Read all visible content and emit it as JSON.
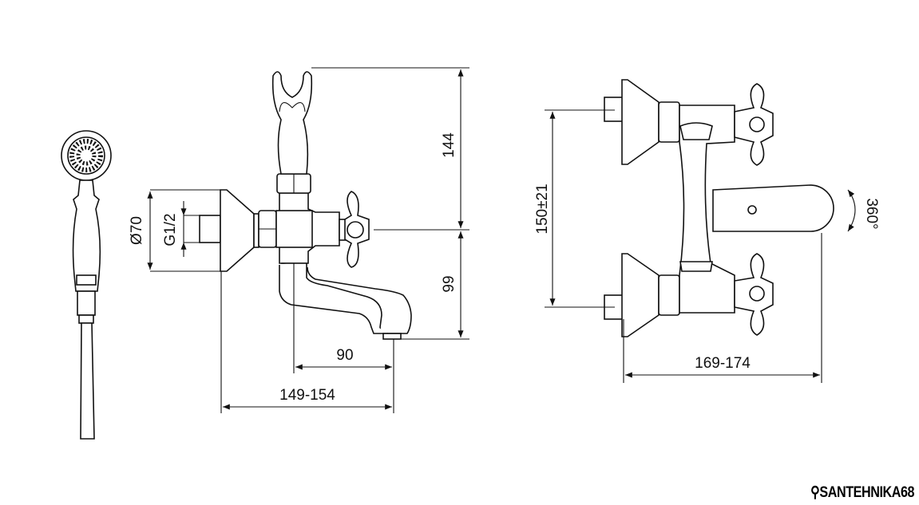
{
  "dimensions": {
    "flange_diameter": "Ø70",
    "thread": "G1/2",
    "height_above_axis": "144",
    "height_below_axis": "99",
    "spout_reach": "90",
    "projection": "149-154",
    "center_distance": "150±21",
    "rotation": "360°",
    "width": "169-174"
  },
  "logo": {
    "text": "SANTEHNIKA68"
  },
  "colors": {
    "line": "#111111",
    "background": "#ffffff"
  }
}
